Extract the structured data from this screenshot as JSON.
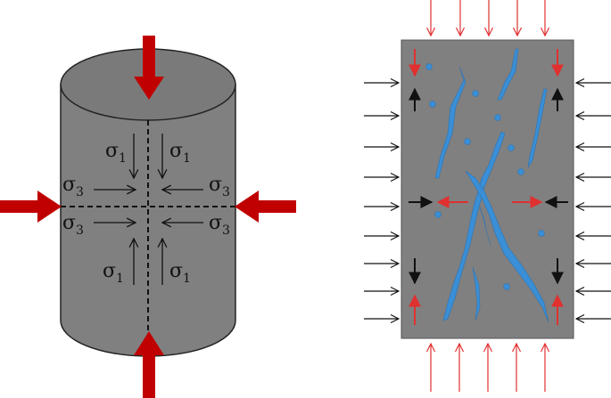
{
  "labels": {
    "sigma": "σ",
    "sub_1": "1",
    "sub_3": "3"
  },
  "colors": {
    "body_gray": "#808080",
    "outline": "#222222",
    "load_arrow_red": "#c00000",
    "thin_arrow_red": "#e03030",
    "crack_blue": "#3a8fd6",
    "arrow_black": "#111111"
  }
}
